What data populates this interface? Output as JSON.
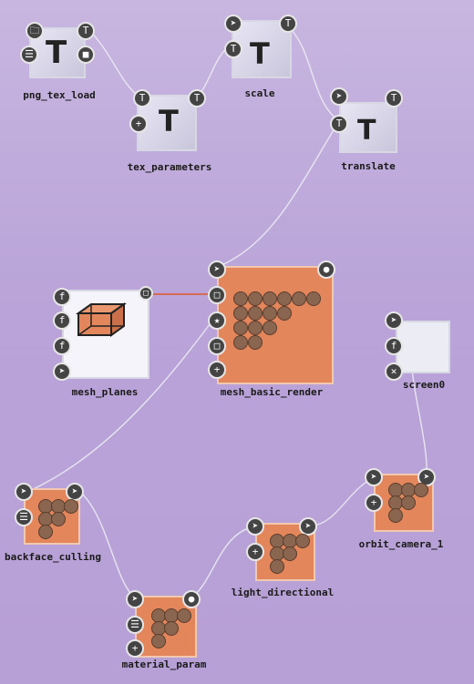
{
  "graph": {
    "nodes": [
      {
        "id": "png_tex_load",
        "label": "png_tex_load"
      },
      {
        "id": "tex_parameters",
        "label": "tex_parameters"
      },
      {
        "id": "scale",
        "label": "scale"
      },
      {
        "id": "translate",
        "label": "translate"
      },
      {
        "id": "mesh_planes",
        "label": "mesh_planes"
      },
      {
        "id": "mesh_basic_render",
        "label": "mesh_basic_render"
      },
      {
        "id": "screen0",
        "label": "screen0"
      },
      {
        "id": "backface_culling",
        "label": "backface_culling"
      },
      {
        "id": "material_param",
        "label": "material_param"
      },
      {
        "id": "light_directional",
        "label": "light_directional"
      },
      {
        "id": "orbit_camera_1",
        "label": "orbit_camera_1"
      }
    ]
  },
  "colors": {
    "background": "#bca6da",
    "node_orange": "#e4865c",
    "node_texture": "#d6d3ea",
    "node_white": "#f4f4fa",
    "wire": "#e8e8f0",
    "wire_active": "#e05a2a",
    "port": "#444444"
  },
  "icons": [
    "folder-icon",
    "texture-t-icon",
    "layers-icon",
    "square-icon",
    "function-f-icon",
    "plus-icon",
    "stars-icon",
    "cube-icon",
    "close-x-icon",
    "arrow-icon",
    "circle-icon"
  ]
}
